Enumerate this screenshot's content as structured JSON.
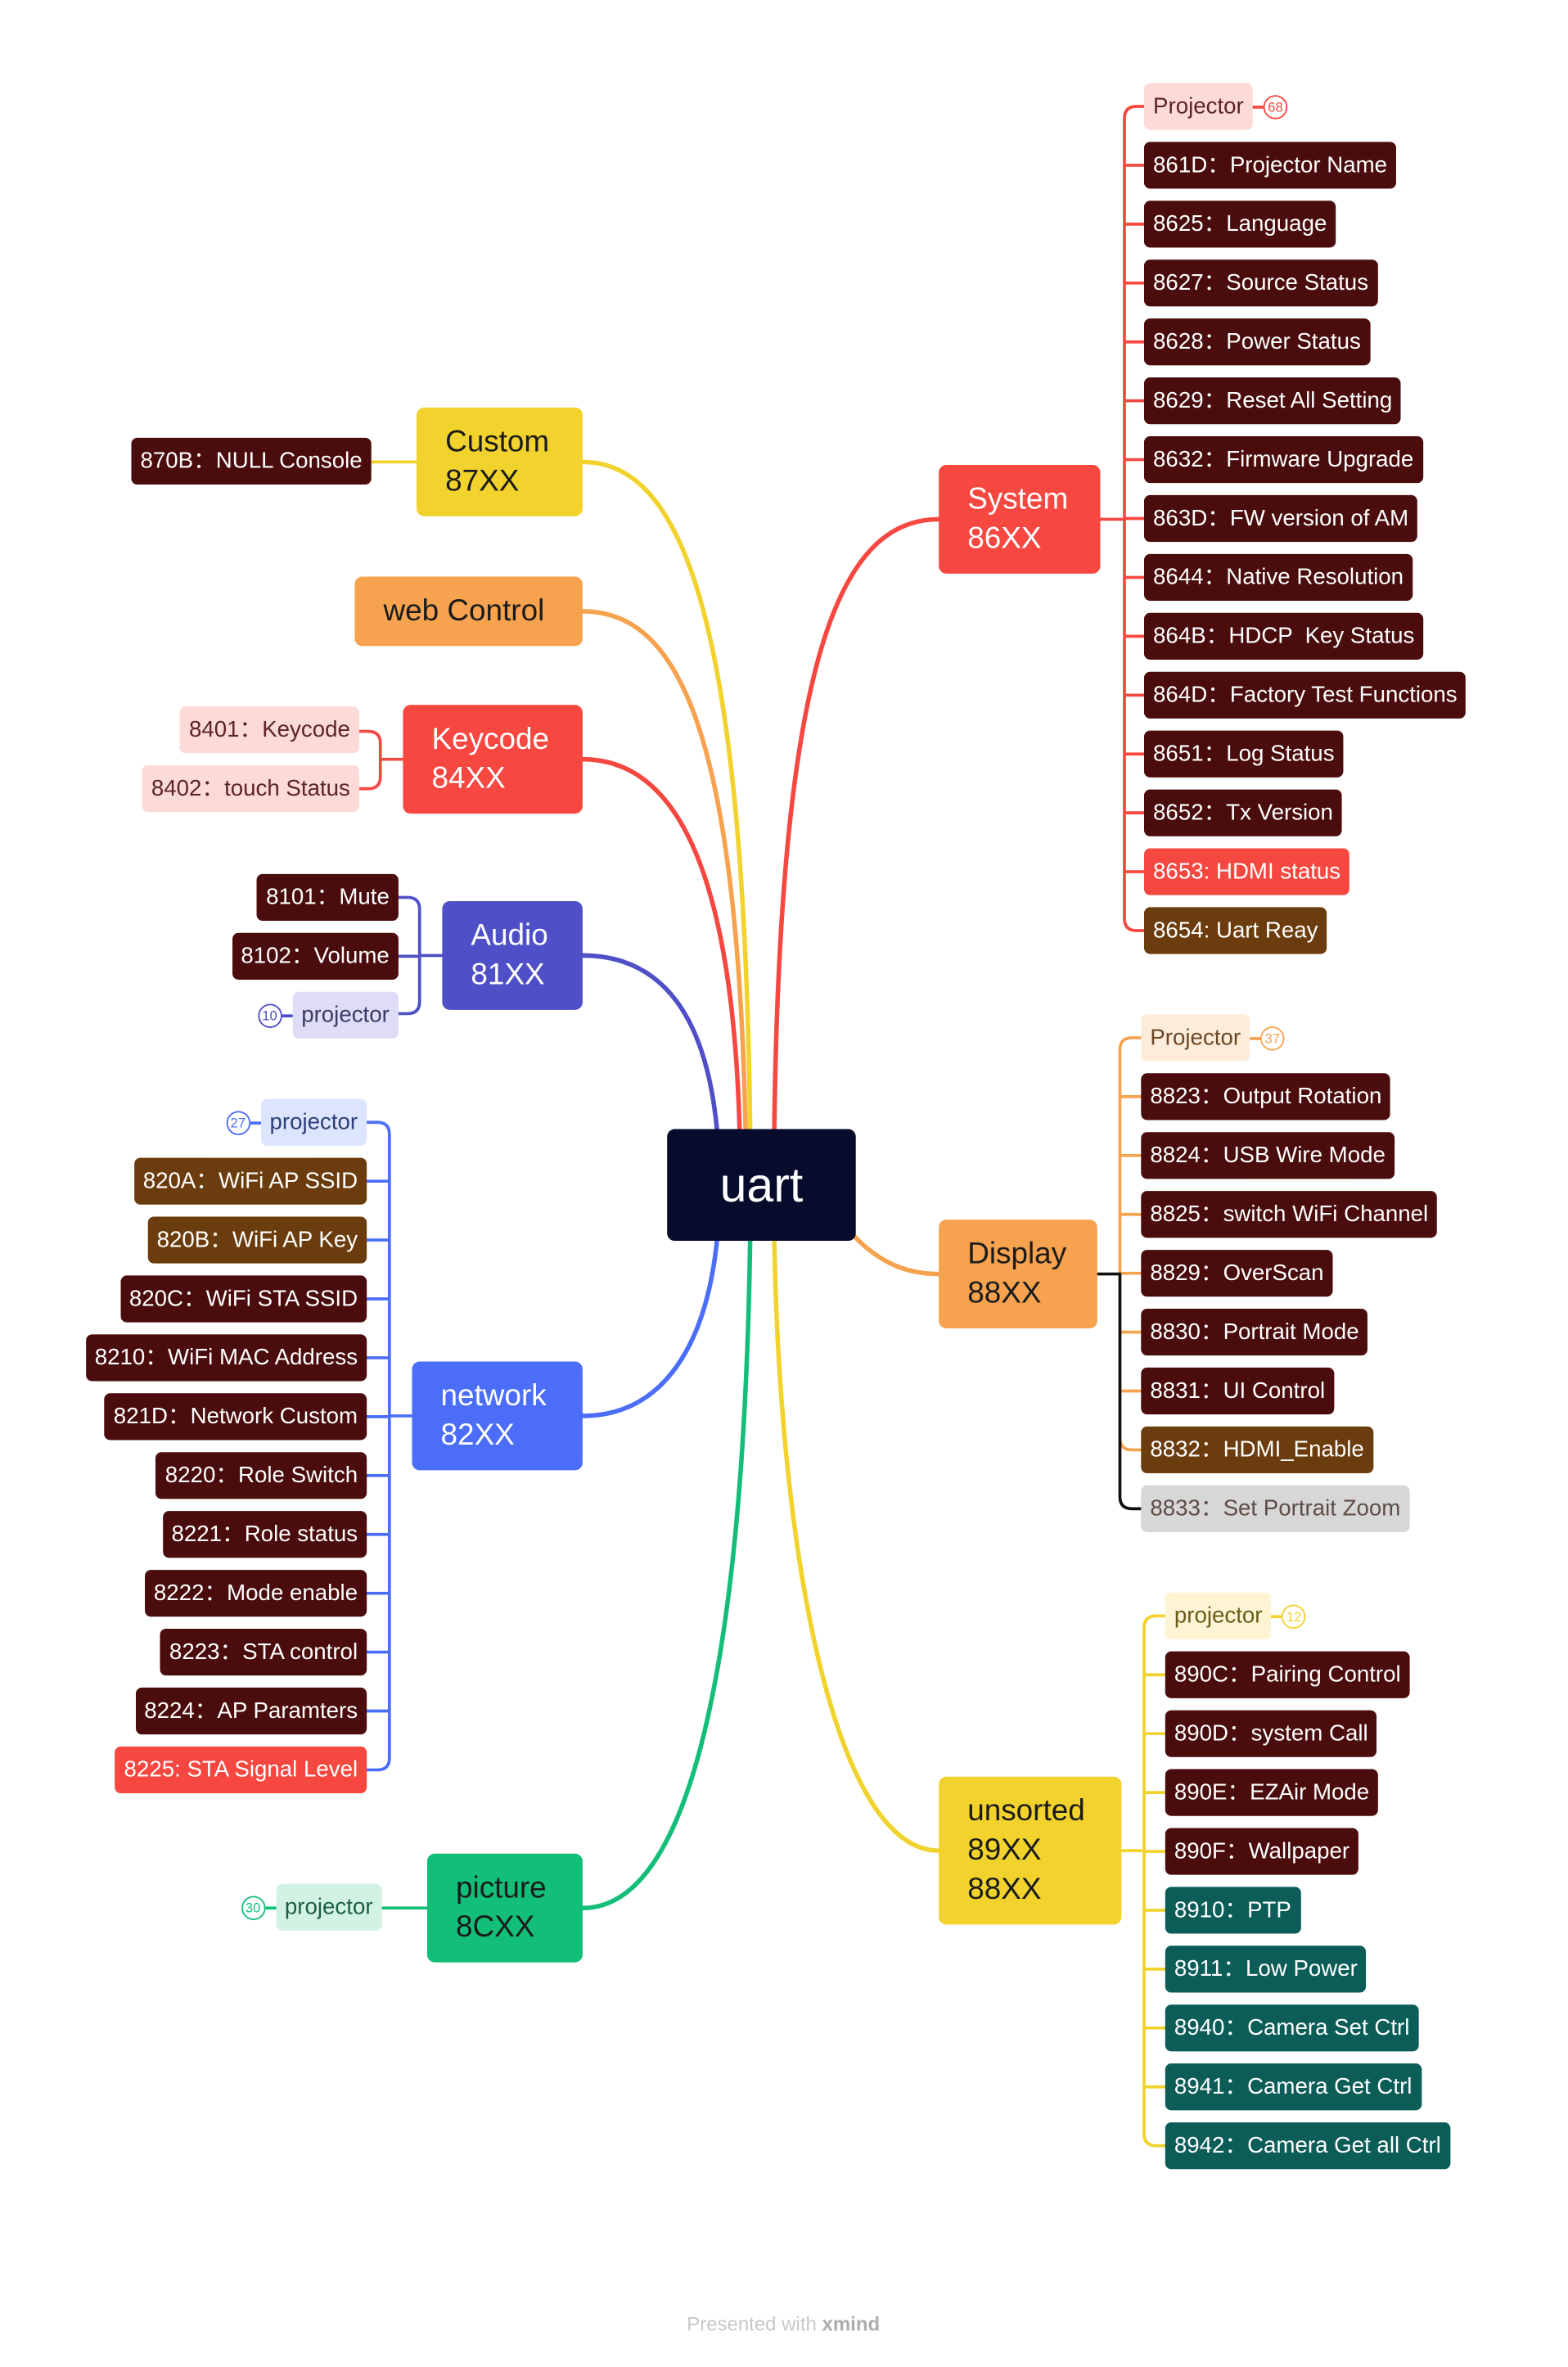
{
  "central": {
    "label": "uart"
  },
  "custom": {
    "title_line1": "Custom",
    "title_line2": "87XX",
    "items": [
      "870B：NULL Console"
    ]
  },
  "web_control": {
    "title": "web Control"
  },
  "keycode": {
    "title_line1": "Keycode",
    "title_line2": "84XX",
    "items": [
      "8401：Keycode",
      "8402：touch Status"
    ]
  },
  "audio": {
    "title_line1": "Audio",
    "title_line2": "81XX",
    "items": [
      "8101：Mute",
      "8102：Volume"
    ],
    "group": {
      "label": "projector",
      "count": "10"
    }
  },
  "network": {
    "title_line1": "network",
    "title_line2": "82XX",
    "group": {
      "label": "projector",
      "count": "27"
    },
    "items": [
      "820A：WiFi AP SSID",
      "820B：WiFi AP Key",
      "820C：WiFi STA SSID",
      "8210：WiFi MAC Address",
      "821D：Network Custom",
      "8220：Role Switch",
      "8221：Role status",
      "8222：Mode enable",
      "8223：STA control",
      "8224：AP Paramters",
      "8225: STA Signal Level"
    ]
  },
  "picture": {
    "title_line1": "picture",
    "title_line2": "8CXX",
    "group": {
      "label": "projector",
      "count": "30"
    }
  },
  "system": {
    "title_line1": "System",
    "title_line2": "86XX",
    "group": {
      "label": "Projector",
      "count": "68"
    },
    "items": [
      "861D：Projector Name",
      "8625：Language",
      "8627：Source Status",
      "8628：Power Status",
      "8629：Reset All Setting",
      "8632：Firmware Upgrade",
      "863D：FW version of AM",
      "8644：Native Resolution",
      "864B：HDCP  Key Status",
      "864D：Factory Test Functions",
      "8651：Log Status",
      "8652：Tx Version",
      "8653: HDMI status",
      "8654: Uart Reay"
    ]
  },
  "display": {
    "title_line1": "Display",
    "title_line2": "88XX",
    "group": {
      "label": "Projector",
      "count": "37"
    },
    "items": [
      "8823：Output Rotation",
      "8824：USB Wire Mode",
      "8825：switch WiFi Channel",
      "8829：OverScan",
      "8830：Portrait Mode",
      "8831：UI Control",
      "8832：HDMI_Enable",
      "8833：Set Portrait Zoom"
    ]
  },
  "unsorted": {
    "title_line1": "unsorted",
    "title_line2": "89XX",
    "title_line3": "88XX",
    "group": {
      "label": "projector",
      "count": "12"
    },
    "items": [
      "890C：Pairing Control",
      "890D：system Call",
      "890E：EZAir Mode",
      "890F：Wallpaper",
      "8910：PTP",
      "8911：Low Power",
      "8940：Camera Set Ctrl",
      "8941：Camera Get Ctrl",
      "8942：Camera Get all Ctrl"
    ]
  },
  "footer": {
    "prefix": "Presented with",
    "brand": "xmind"
  },
  "colors": {
    "central": "#070b2c",
    "custom": "#f2d22c",
    "web_control": "#f6a24f",
    "keycode": "#f64740",
    "audio": "#4f4fc7",
    "network": "#4b6df8",
    "picture": "#13be79",
    "system": "#f64740",
    "display": "#f6a24f",
    "display_alt": "#111111",
    "unsorted": "#f2d22c"
  }
}
